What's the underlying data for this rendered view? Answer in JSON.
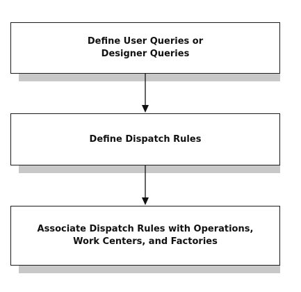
{
  "diagram": {
    "steps": [
      {
        "label": "Define User Queries or\nDesigner Queries"
      },
      {
        "label": "Define Dispatch Rules"
      },
      {
        "label": "Associate Dispatch Rules with Operations,\nWork Centers, and Factories"
      }
    ],
    "colors": {
      "box_border": "#1a1a1a",
      "box_fill": "#ffffff",
      "shadow": "#c8c8c8",
      "arrow": "#111111"
    }
  }
}
